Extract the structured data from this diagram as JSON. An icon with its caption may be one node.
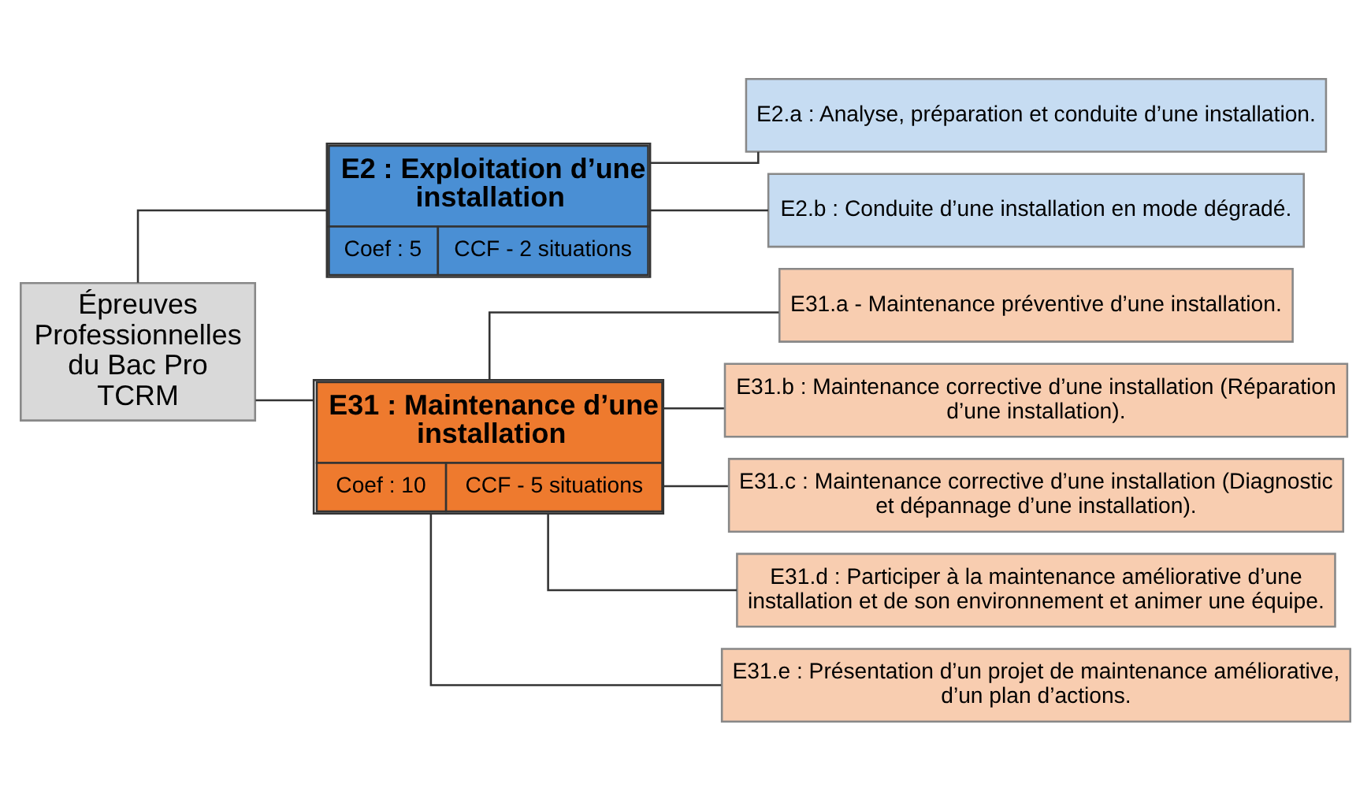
{
  "diagram": {
    "nodes": [
      {
        "text": [
          "Épreuves Professionnelles du Bac Pro TCRM"
        ]
      },
      {
        "text": [
          "E2 : Exploitation d’une installation",
          "Coef : 5",
          "CCF - 2 situations"
        ]
      },
      {
        "text": [
          "E2.a : Analyse, préparation et conduite d’une installation."
        ]
      },
      {
        "text": [
          "E2.b : Conduite d’une installation en mode dégradé."
        ]
      },
      {
        "text": [
          "E31 : Maintenance d’une installation",
          "Coef : 10",
          "CCF - 5 situations"
        ]
      },
      {
        "text": [
          "E31.a - Maintenance préventive d’une installation."
        ]
      },
      {
        "text": [
          "E31.b : Maintenance corrective d’une installation (Réparation d’une installation)."
        ]
      },
      {
        "text": [
          "E31.c : Maintenance corrective d’une installation (Diagnostic et dépannage d’une installation)."
        ]
      },
      {
        "text": [
          "E31.d : Participer à la maintenance améliorative d’une installation et de son environnement et animer une équipe."
        ]
      },
      {
        "text": [
          "E31.e : Présentation d’un projet de maintenance améliorative, d’un plan d’actions."
        ]
      }
    ],
    "edges": [
      {
        "from": 0,
        "to": 1,
        "arrow": "none"
      },
      {
        "from": 0,
        "to": 4,
        "arrow": "none"
      },
      {
        "from": 1,
        "to": 2,
        "arrow": "none"
      },
      {
        "from": 1,
        "to": 3,
        "arrow": "none"
      },
      {
        "from": 4,
        "to": 5,
        "arrow": "none"
      },
      {
        "from": 4,
        "to": 6,
        "arrow": "none"
      },
      {
        "from": 4,
        "to": 7,
        "arrow": "none"
      },
      {
        "from": 4,
        "to": 8,
        "arrow": "none"
      },
      {
        "from": 4,
        "to": 9,
        "arrow": "none"
      }
    ]
  }
}
